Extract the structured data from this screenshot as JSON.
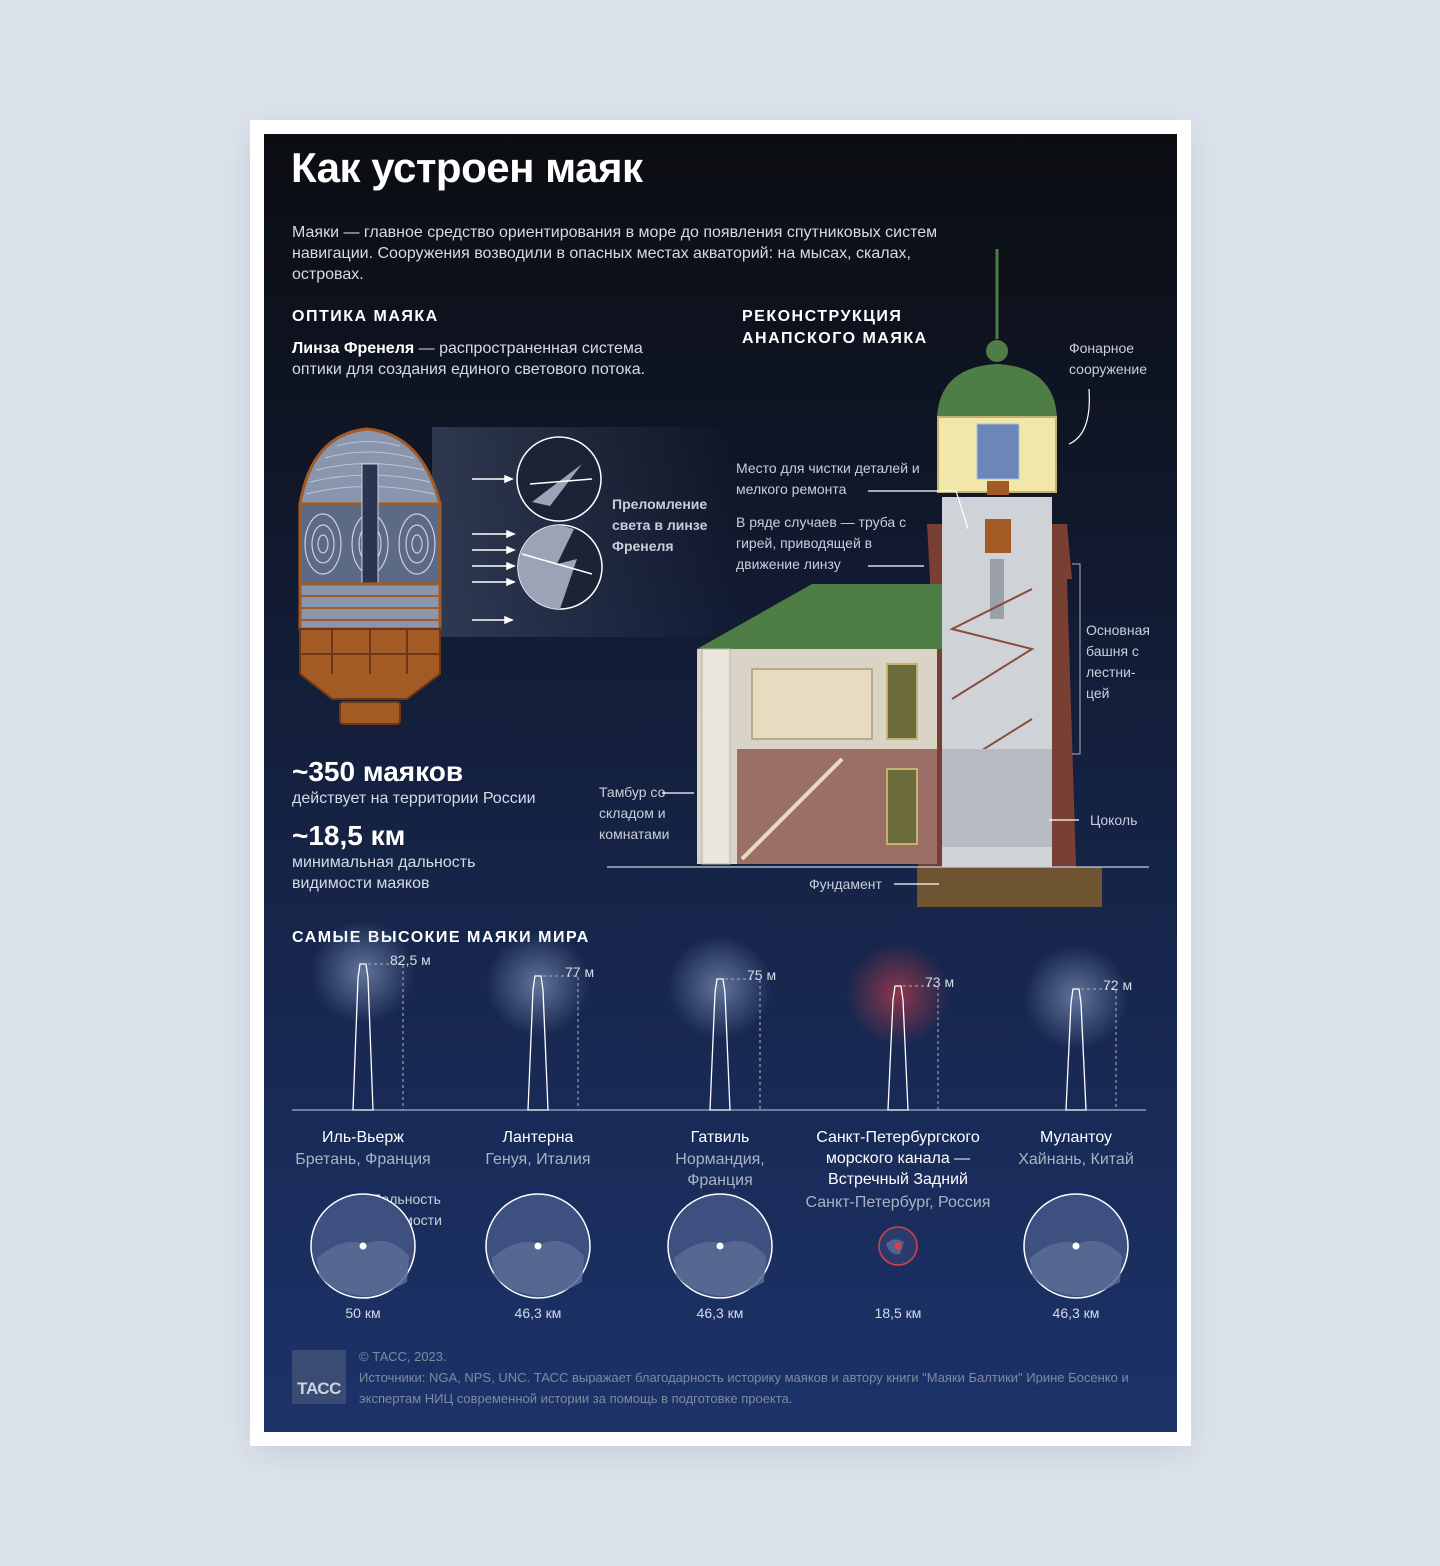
{
  "title": "Как устроен маяк",
  "intro": "Маяки — главное средство ориентирования в море до появления спутниковых систем навигации. Сооружения возводили в опасных местах акваторий: на мысах, скалах, островах.",
  "optics": {
    "heading": "ОПТИКА МАЯКА",
    "lens_name": "Линза Френеля",
    "lens_desc": " — распространенная система оптики для создания единого светового потока.",
    "refraction_label": "Преломление света в линзе Френеля"
  },
  "stats": [
    {
      "value": "~350 маяков",
      "text": "действует на территории России"
    },
    {
      "value": "~18,5 км",
      "text": "минимальная дальность видимости маяков"
    }
  ],
  "anapa": {
    "heading": "РЕКОНСТРУКЦИЯ АНАПСКОГО МАЯКА",
    "labels": {
      "lantern": "Фонарное сооружение",
      "cleaning": "Место для чистки деталей и мелкого ремонта",
      "pipe": "В ряде случаев — труба с гирей, приводящей в движение линзу",
      "tower": "Основная башня с лестни- цей",
      "tambour": "Тамбур со складом и комнатами",
      "plinth": "Цоколь",
      "foundation": "Фундамент"
    }
  },
  "tallest": {
    "heading": "САМЫЕ ВЫСОКИЕ МАЯКИ МИРА",
    "visibility_label": "Дальность видимости",
    "items": [
      {
        "name": "Иль-Вьерж",
        "location": "Бретань, Франция",
        "height": "82,5 м",
        "distance": "50 км",
        "glow": "#9fb2d8"
      },
      {
        "name": "Лантерна",
        "location": "Генуя, Италия",
        "height": "77 м",
        "distance": "46,3 км",
        "glow": "#9fb2d8"
      },
      {
        "name": "Гатвиль",
        "location": "Нормандия, Франция",
        "height": "75 м",
        "distance": "46,3 км",
        "glow": "#9fb2d8"
      },
      {
        "name": "Санкт-Петербургского морского канала — Встречный Задний",
        "location": "Санкт-Петербург, Россия",
        "height": "73 м",
        "distance": "18,5 км",
        "glow": "#d9404a"
      },
      {
        "name": "Мулантоу",
        "location": "Хайнань, Китай",
        "height": "72 м",
        "distance": "46,3 км",
        "glow": "#9fb2d8"
      }
    ]
  },
  "footer": {
    "copyright": "© ТАСС, 2023.",
    "sources": "Источники: NGA, NPS, UNC. ТАСС выражает благодарность историку маяков и автору книги \"Маяки Балтики\" Ирине Босенко и экспертам НИЦ современной истории за помощь в подготовке проекта.",
    "logo": "ТАСС"
  },
  "colors": {
    "background_top": "#0b0d12",
    "background_bottom": "#1c336a",
    "roof": "#4e7d45",
    "brick": "#8a4a3a",
    "lens_frame": "#a35a24",
    "alert": "#d9404a"
  }
}
